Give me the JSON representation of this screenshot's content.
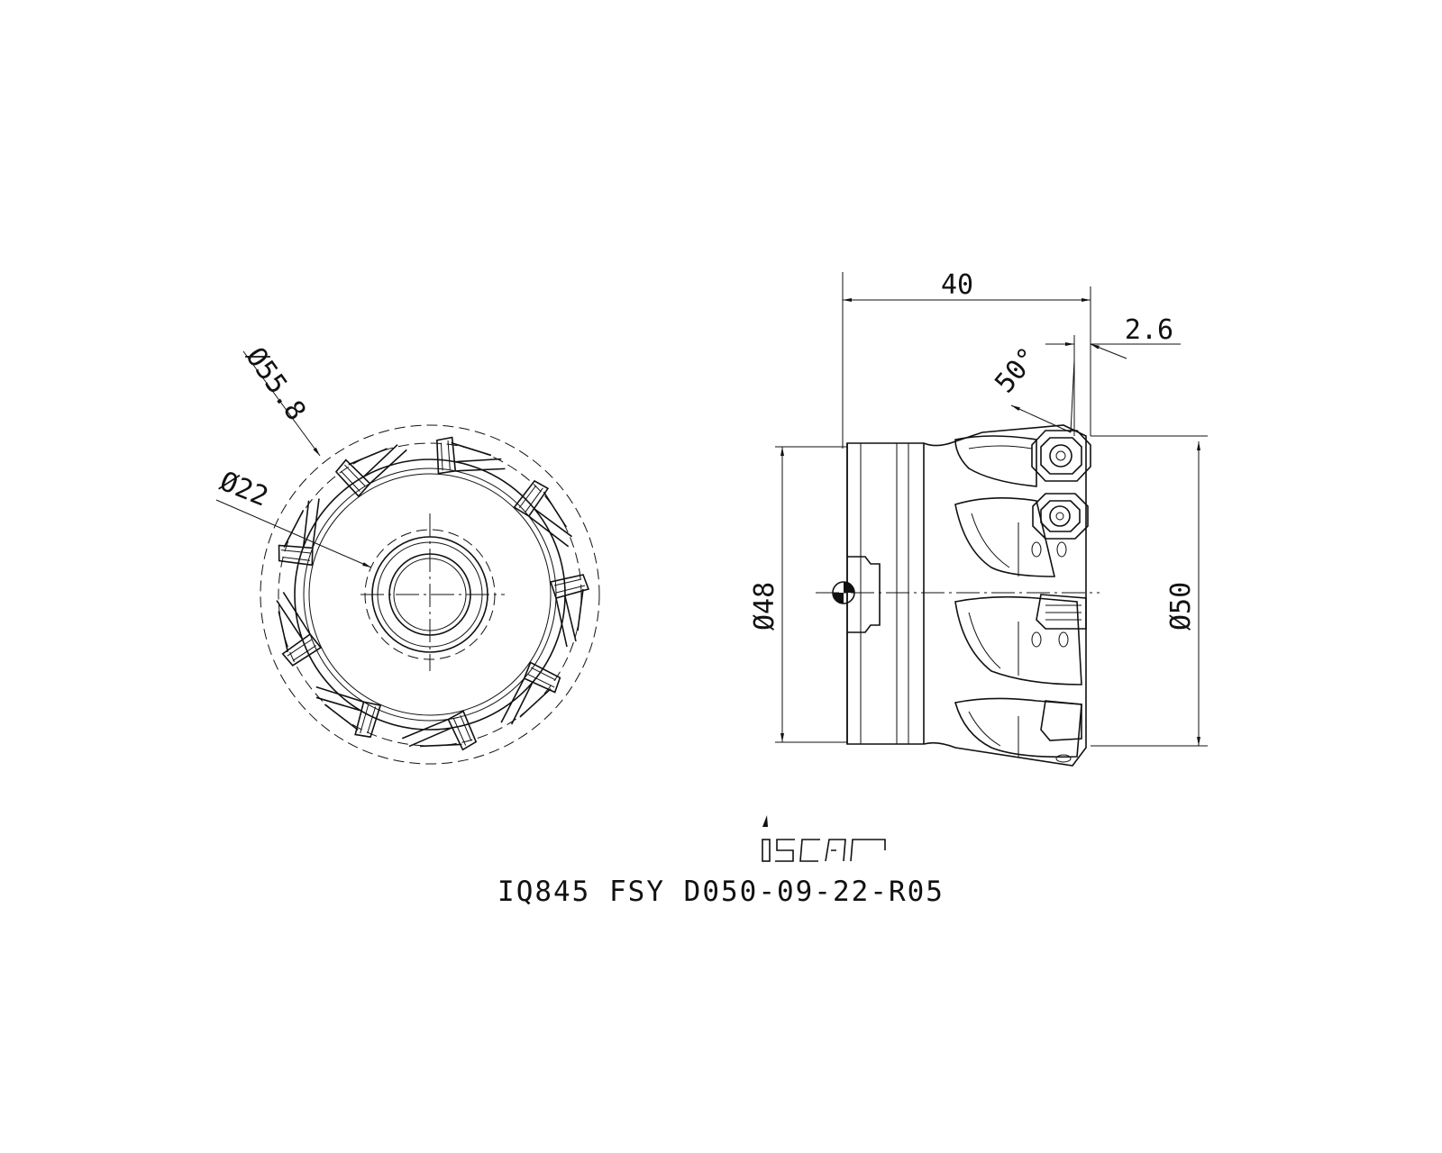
{
  "front_view": {
    "dim_outer_diameter": "Ø55.8",
    "dim_bore_diameter": "Ø22"
  },
  "side_view": {
    "dim_length": "40",
    "dim_offset": "2.6",
    "dim_angle": "50°",
    "dim_body_diameter": "Ø48",
    "dim_cut_diameter": "Ø50"
  },
  "logo": {
    "brand": "iscar"
  },
  "title": "IQ845 FSY D050-09-22-R05"
}
